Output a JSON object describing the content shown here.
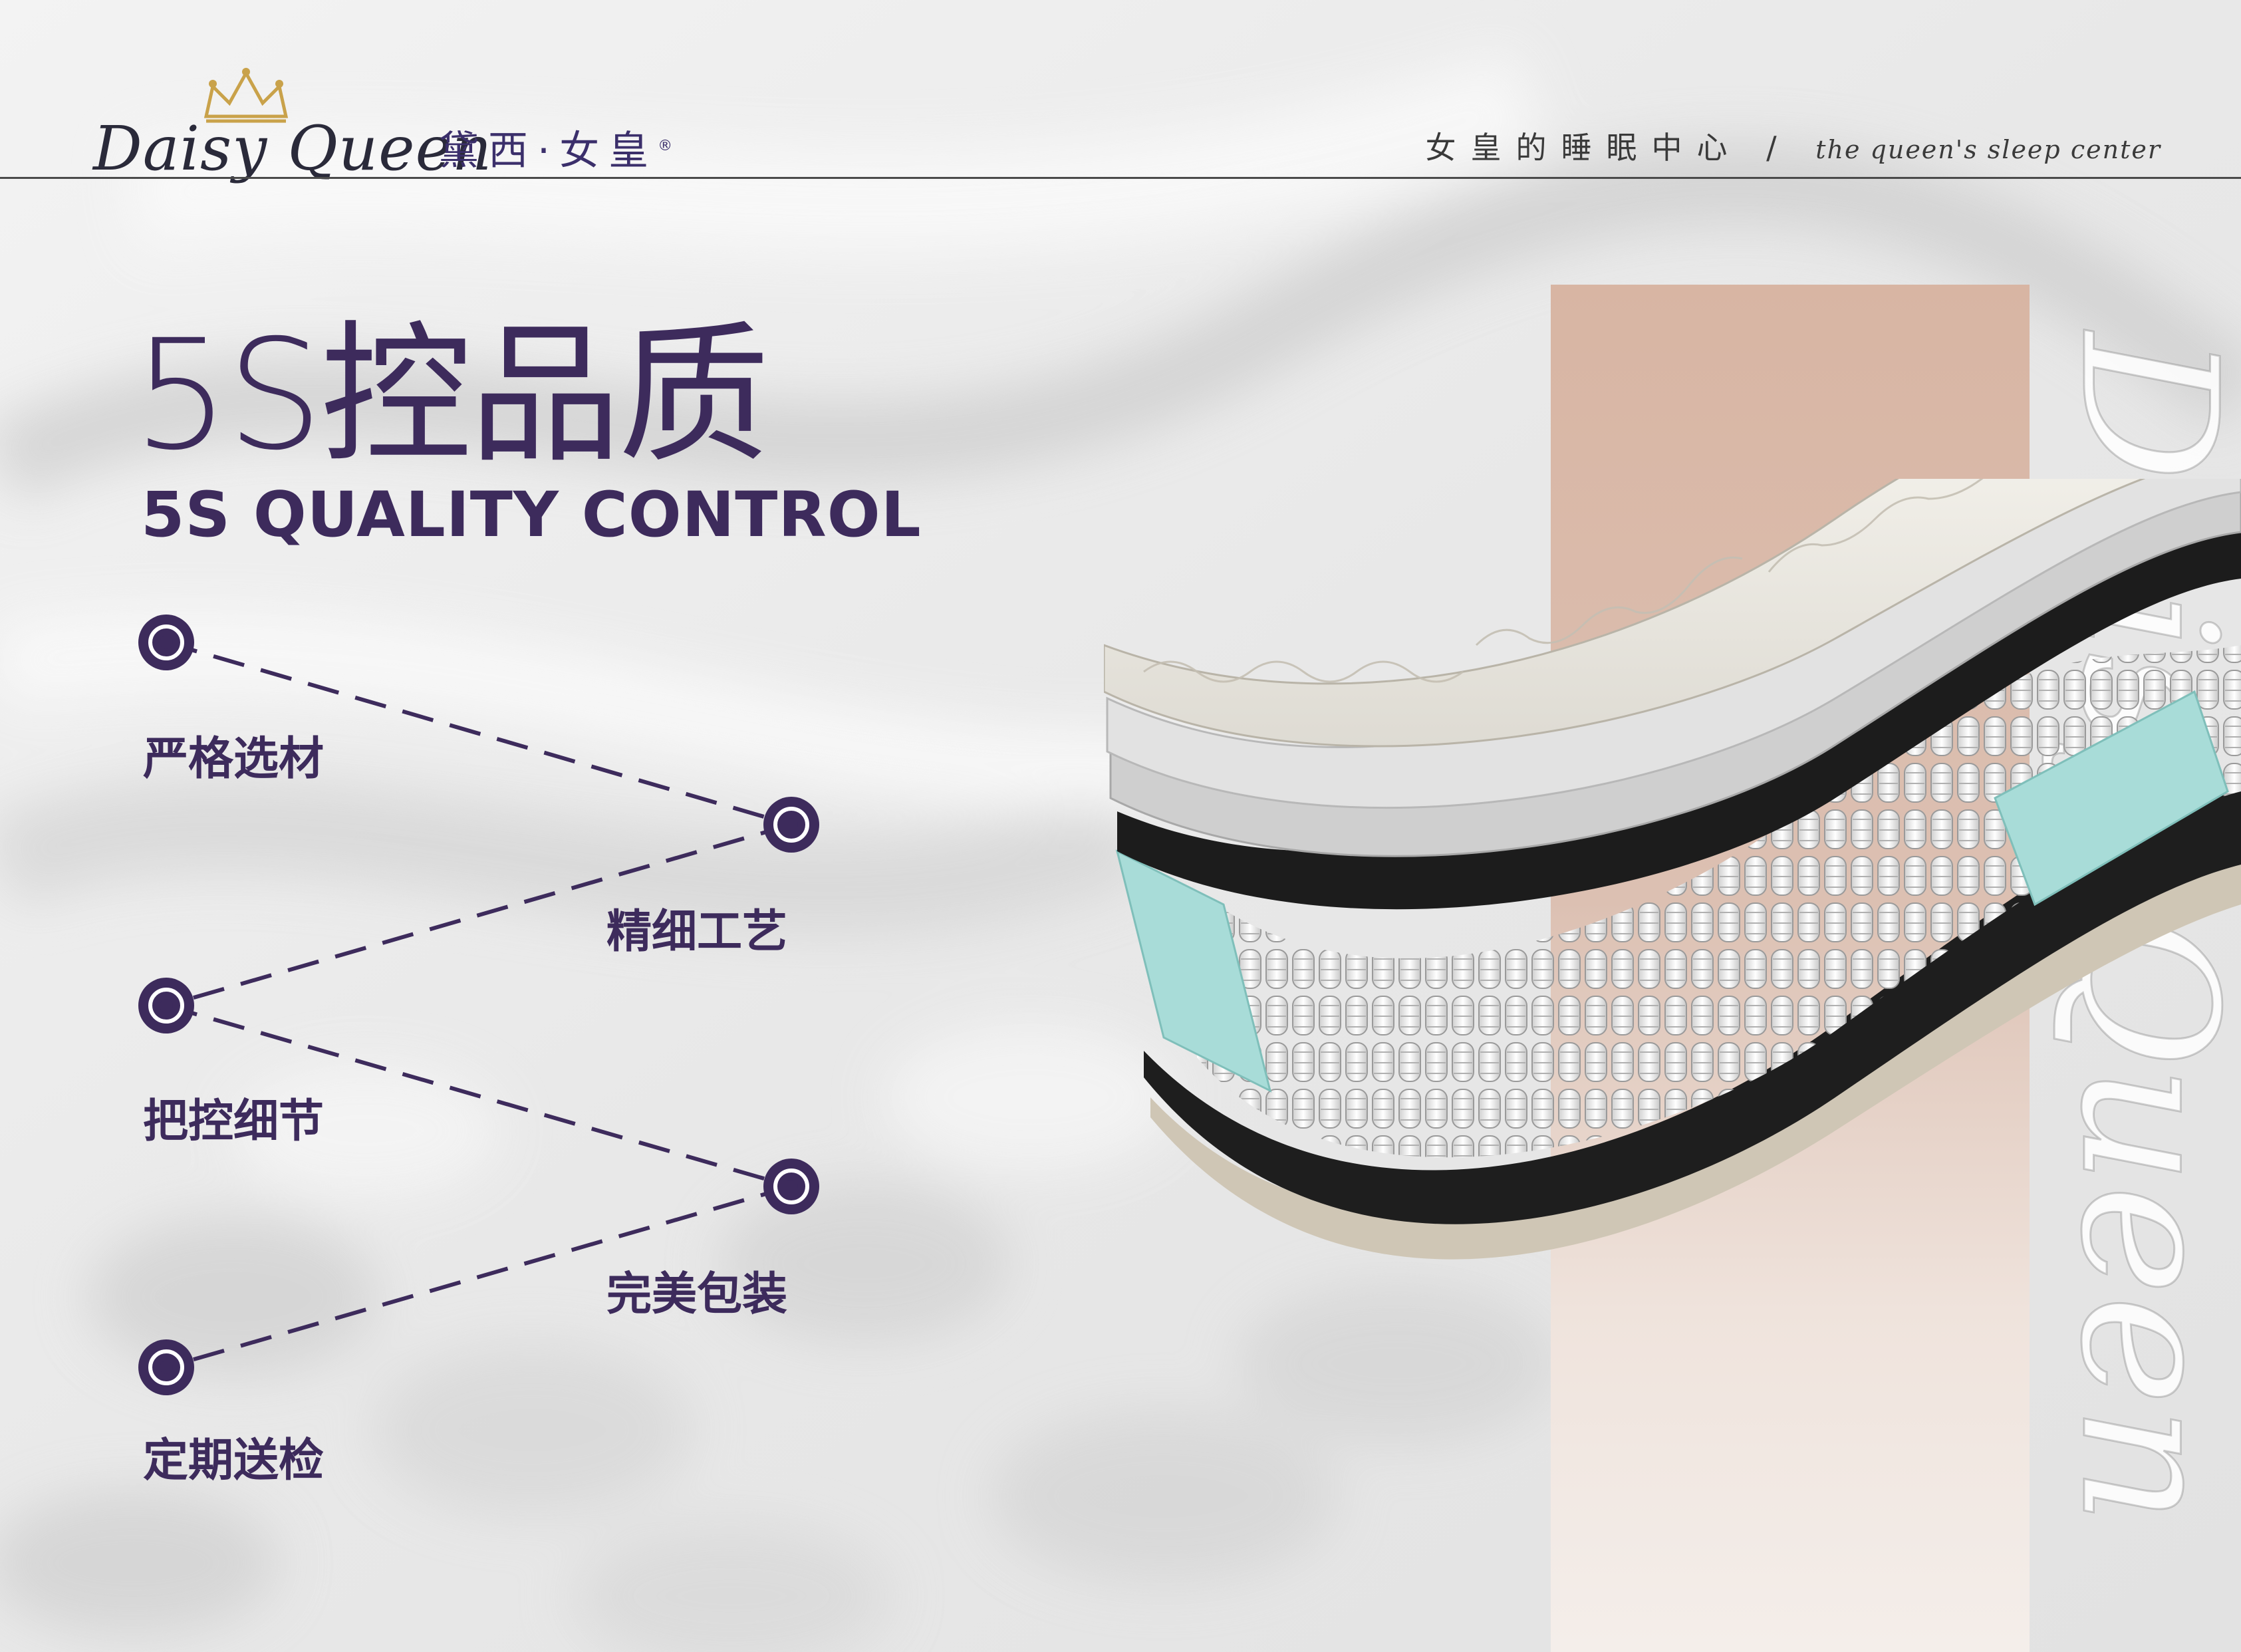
{
  "brand": {
    "logo_script": "Daisy Queen",
    "logo_cn": "黛西·女皇",
    "registered_mark": "®"
  },
  "header": {
    "tagline_cn": "女皇的睡眠中心",
    "tagline_separator": "/",
    "tagline_en": "the queen's sleep center"
  },
  "title": {
    "cn": "5S控品质",
    "en": "5S QUALITY CONTROL"
  },
  "steps": [
    {
      "label": "严格选材"
    },
    {
      "label": "精细工艺"
    },
    {
      "label": "把控细节"
    },
    {
      "label": "完美包装"
    },
    {
      "label": "定期送检"
    }
  ],
  "vertical_watermark": "Daisy Queen",
  "colors": {
    "primary_purple": "#3d2b5c",
    "peach_panel": "#d8b5a3",
    "foam_teal": "#a8dcd8"
  },
  "icons": [
    "crown-icon",
    "target-dot-icon",
    "mattress-layers-image"
  ]
}
